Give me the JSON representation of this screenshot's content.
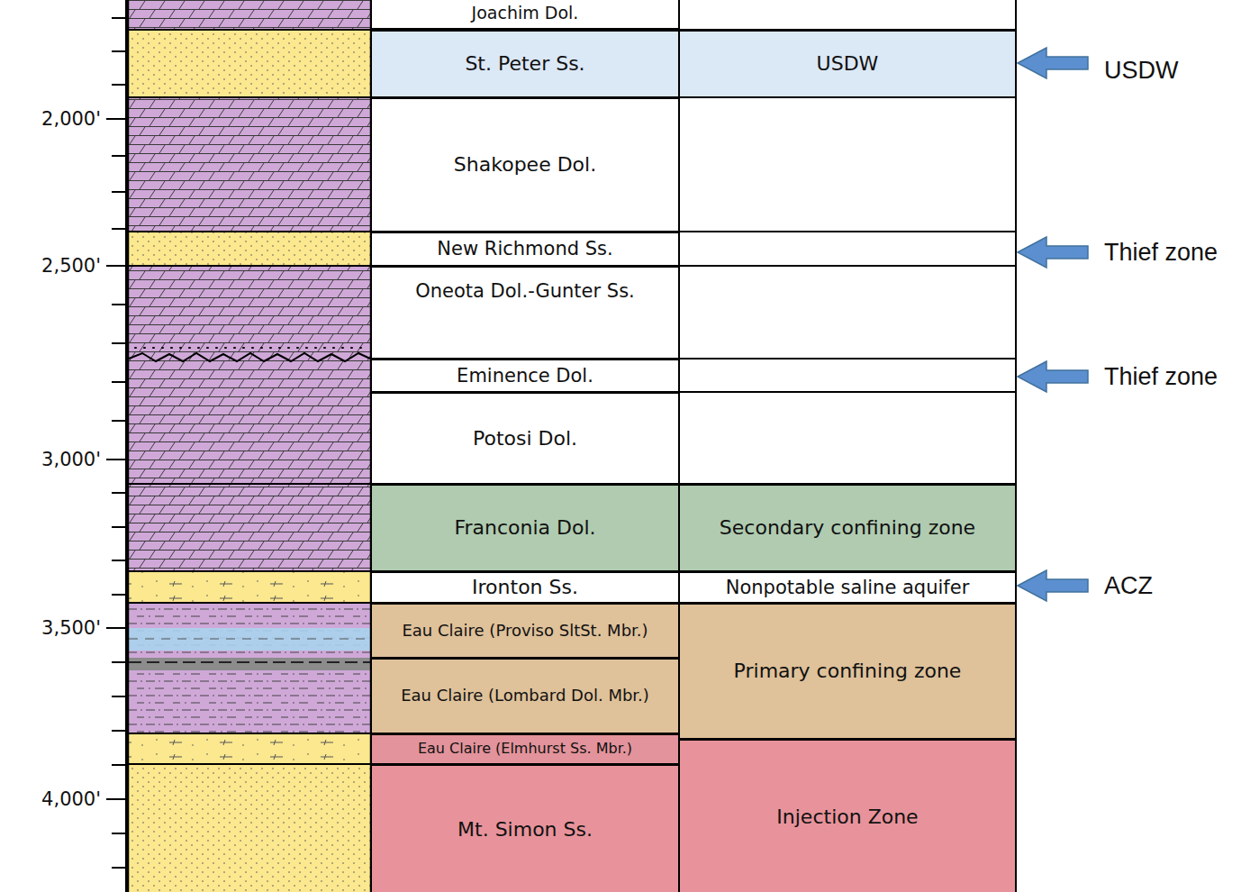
{
  "diagram": {
    "nodes": [
      {
        "text": [
          "Joachim Dol."
        ]
      },
      {
        "text": [
          "St. Peter Ss."
        ]
      },
      {
        "text": [
          "USDW"
        ]
      },
      {
        "text": [
          "Shakopee Dol."
        ]
      },
      {
        "text": [
          "New Richmond Ss."
        ]
      },
      {
        "text": [
          "Oneota Dol.-Gunter Ss."
        ]
      },
      {
        "text": [
          "Eminence Dol."
        ]
      },
      {
        "text": [
          "Potosi Dol."
        ]
      },
      {
        "text": [
          "Franconia Dol."
        ]
      },
      {
        "text": [
          "Secondary confining zone"
        ]
      },
      {
        "text": [
          "Ironton Ss."
        ]
      },
      {
        "text": [
          "Nonpotable saline aquifer"
        ]
      },
      {
        "text": [
          "Eau Claire (Proviso SltSt. Mbr.)"
        ]
      },
      {
        "text": [
          "Primary confining zone"
        ]
      },
      {
        "text": [
          "Eau Claire (Lombard Dol. Mbr.)"
        ]
      },
      {
        "text": [
          "Eau Claire (Elmhurst Ss. Mbr.)"
        ]
      },
      {
        "text": [
          "Mt. Simon Ss."
        ]
      },
      {
        "text": [
          "Injection Zone"
        ]
      }
    ],
    "labels": [
      "2,000'",
      "2,500'",
      "3,000'",
      "3,500'",
      "4,000'",
      "USDW",
      "Thief zone",
      "Thief zone",
      "ACZ"
    ]
  }
}
